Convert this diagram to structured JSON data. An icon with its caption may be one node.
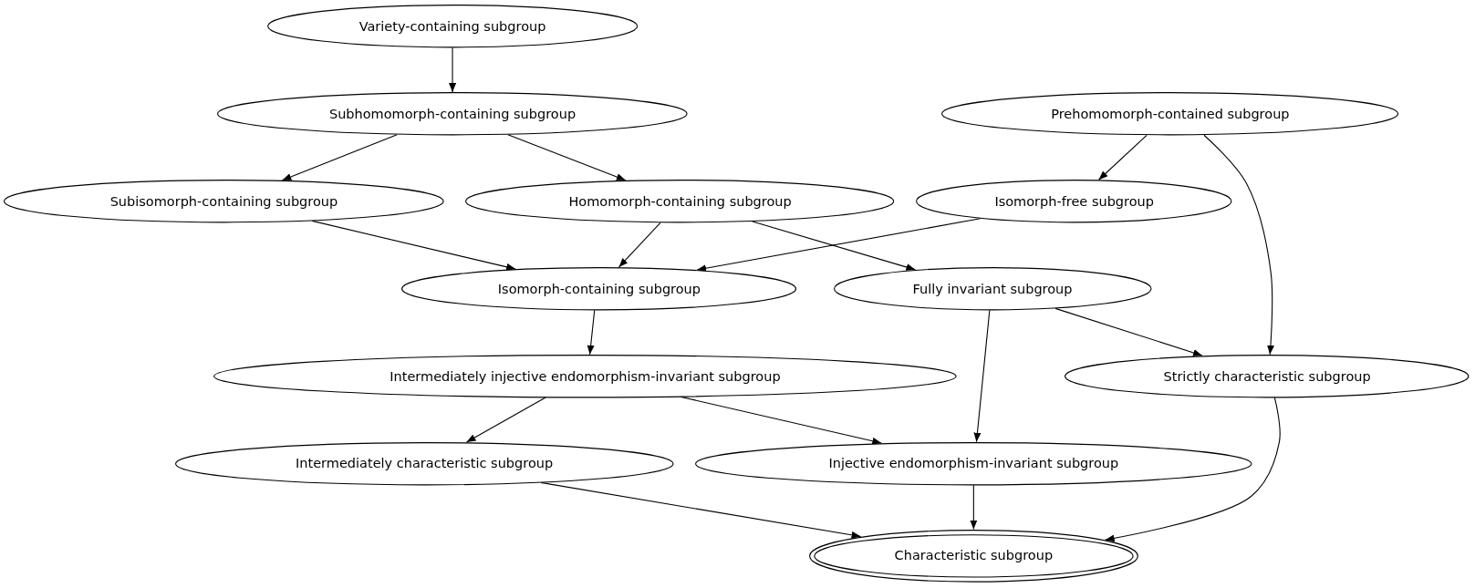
{
  "diagram": {
    "nodes": [
      {
        "text": [
          "Variety-containing subgroup"
        ]
      },
      {
        "text": [
          "Subhomomorph-containing subgroup"
        ]
      },
      {
        "text": [
          "Prehomomorph-contained subgroup"
        ]
      },
      {
        "text": [
          "Subisomorph-containing subgroup"
        ]
      },
      {
        "text": [
          "Homomorph-containing subgroup"
        ]
      },
      {
        "text": [
          "Isomorph-free subgroup"
        ]
      },
      {
        "text": [
          "Isomorph-containing subgroup"
        ]
      },
      {
        "text": [
          "Fully invariant subgroup"
        ]
      },
      {
        "text": [
          "Intermediately injective endomorphism-invariant subgroup"
        ]
      },
      {
        "text": [
          "Strictly characteristic subgroup"
        ]
      },
      {
        "text": [
          "Intermediately characteristic subgroup"
        ]
      },
      {
        "text": [
          "Injective endomorphism-invariant subgroup"
        ]
      },
      {
        "text": [
          "Characteristic subgroup"
        ]
      }
    ],
    "edges": [
      {
        "from": 0,
        "to": 1,
        "arrow": "to"
      },
      {
        "from": 1,
        "to": 3,
        "arrow": "to"
      },
      {
        "from": 1,
        "to": 4,
        "arrow": "to"
      },
      {
        "from": 2,
        "to": 5,
        "arrow": "to"
      },
      {
        "from": 2,
        "to": 9,
        "arrow": "to"
      },
      {
        "from": 3,
        "to": 6,
        "arrow": "to"
      },
      {
        "from": 4,
        "to": 6,
        "arrow": "to"
      },
      {
        "from": 4,
        "to": 7,
        "arrow": "to"
      },
      {
        "from": 5,
        "to": 6,
        "arrow": "to"
      },
      {
        "from": 6,
        "to": 8,
        "arrow": "to"
      },
      {
        "from": 7,
        "to": 11,
        "arrow": "to"
      },
      {
        "from": 7,
        "to": 9,
        "arrow": "to"
      },
      {
        "from": 8,
        "to": 10,
        "arrow": "to"
      },
      {
        "from": 8,
        "to": 11,
        "arrow": "to"
      },
      {
        "from": 10,
        "to": 12,
        "arrow": "to"
      },
      {
        "from": 11,
        "to": 12,
        "arrow": "to"
      },
      {
        "from": 9,
        "to": 12,
        "arrow": "to"
      }
    ]
  }
}
